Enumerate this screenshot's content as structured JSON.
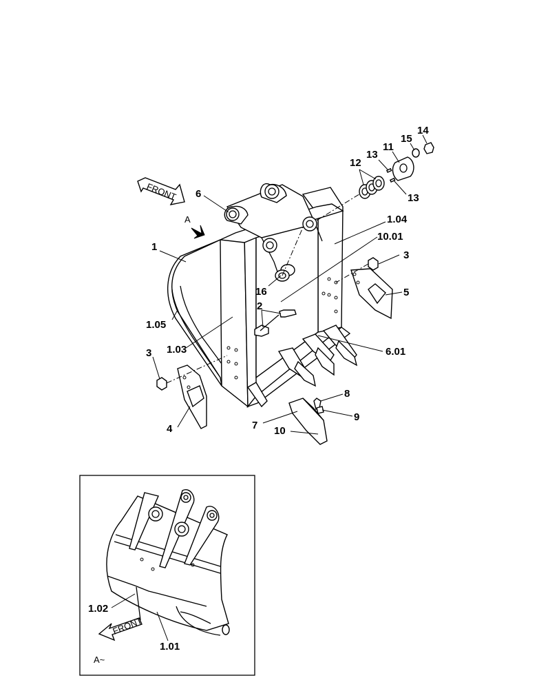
{
  "diagram": {
    "front_arrow_text": "FRONT",
    "view_marker": "A",
    "inset_caption": "A~",
    "inset_front_text": "FRONT"
  },
  "callouts": {
    "c1": "1",
    "c1_03": "1.03",
    "c1_04": "1.04",
    "c1_05": "1.05",
    "c2": "2",
    "c3a": "3",
    "c3b": "3",
    "c4": "4",
    "c5": "5",
    "c6": "6",
    "c6_01": "6.01",
    "c7": "7",
    "c8": "8",
    "c9": "9",
    "c10": "10",
    "c10_01": "10.01",
    "c11": "11",
    "c12": "12",
    "c13a": "13",
    "c13b": "13",
    "c14": "14",
    "c15": "15",
    "c16": "16",
    "c1_01": "1.01",
    "c1_02": "1.02"
  }
}
